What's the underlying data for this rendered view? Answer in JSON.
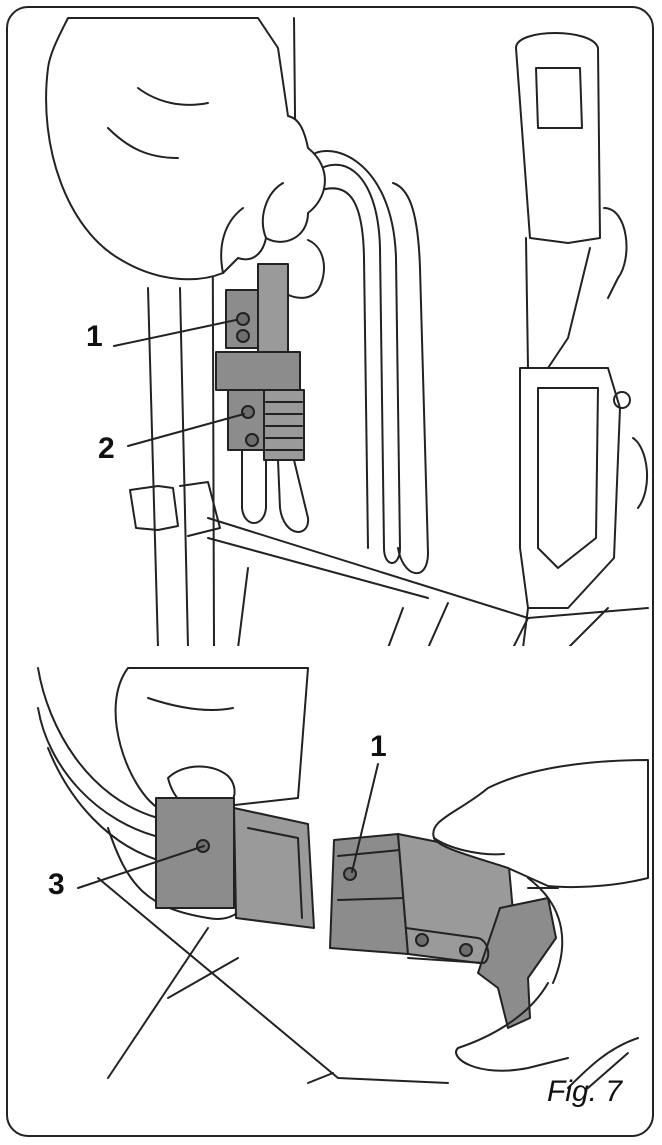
{
  "figure": {
    "label": "Fig. 7"
  },
  "callouts": {
    "top_1": "1",
    "top_2": "2",
    "bottom_1": "1",
    "bottom_3": "3"
  },
  "colors": {
    "line": "#222222",
    "connector_fill": "#8c8c8c",
    "connector_dark": "#6e6e6e",
    "background": "#ffffff"
  }
}
